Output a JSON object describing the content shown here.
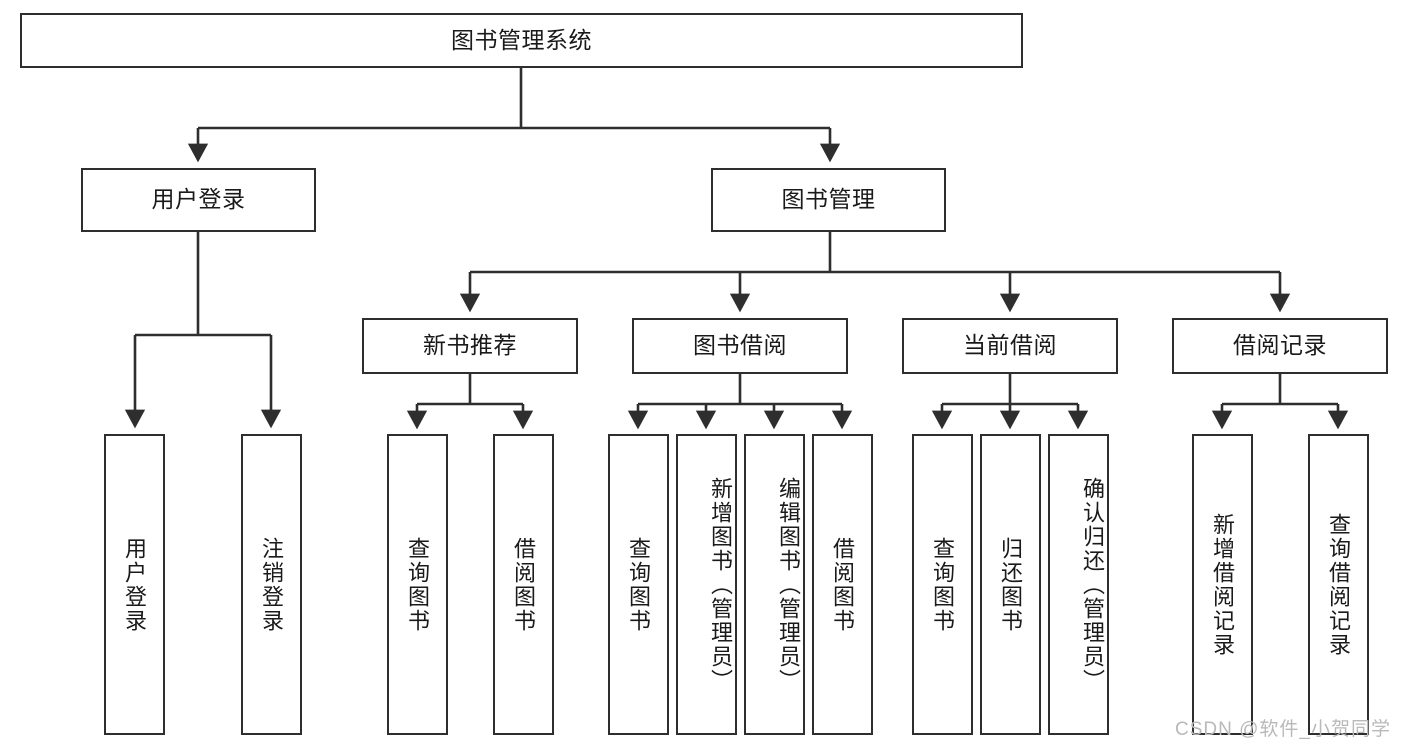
{
  "diagram": {
    "title": "图书管理系统",
    "watermark": "CSDN @软件_小贺同学",
    "line_color": "#2e2e2e",
    "text_color": "#1a1a1a",
    "background": "#ffffff",
    "root": {
      "label": "图书管理系统"
    },
    "level2": [
      {
        "label": "用户登录"
      },
      {
        "label": "图书管理"
      }
    ],
    "level3": [
      {
        "label": "新书推荐"
      },
      {
        "label": "图书借阅"
      },
      {
        "label": "当前借阅"
      },
      {
        "label": "借阅记录"
      }
    ],
    "leaves": {
      "user_login": [
        {
          "label": "用户登录"
        },
        {
          "label": "注销登录"
        }
      ],
      "new_book_recommend": [
        {
          "label": "查询图书"
        },
        {
          "label": "借阅图书"
        }
      ],
      "book_borrow": [
        {
          "label": "查询图书"
        },
        {
          "label": "新增图书（管理员）"
        },
        {
          "label": "编辑图书（管理员）"
        },
        {
          "label": "借阅图书"
        }
      ],
      "current_borrow": [
        {
          "label": "查询图书"
        },
        {
          "label": "归还图书"
        },
        {
          "label": "确认归还（管理员）"
        }
      ],
      "borrow_record": [
        {
          "label": "新增借阅记录"
        },
        {
          "label": "查询借阅记录"
        }
      ]
    }
  }
}
